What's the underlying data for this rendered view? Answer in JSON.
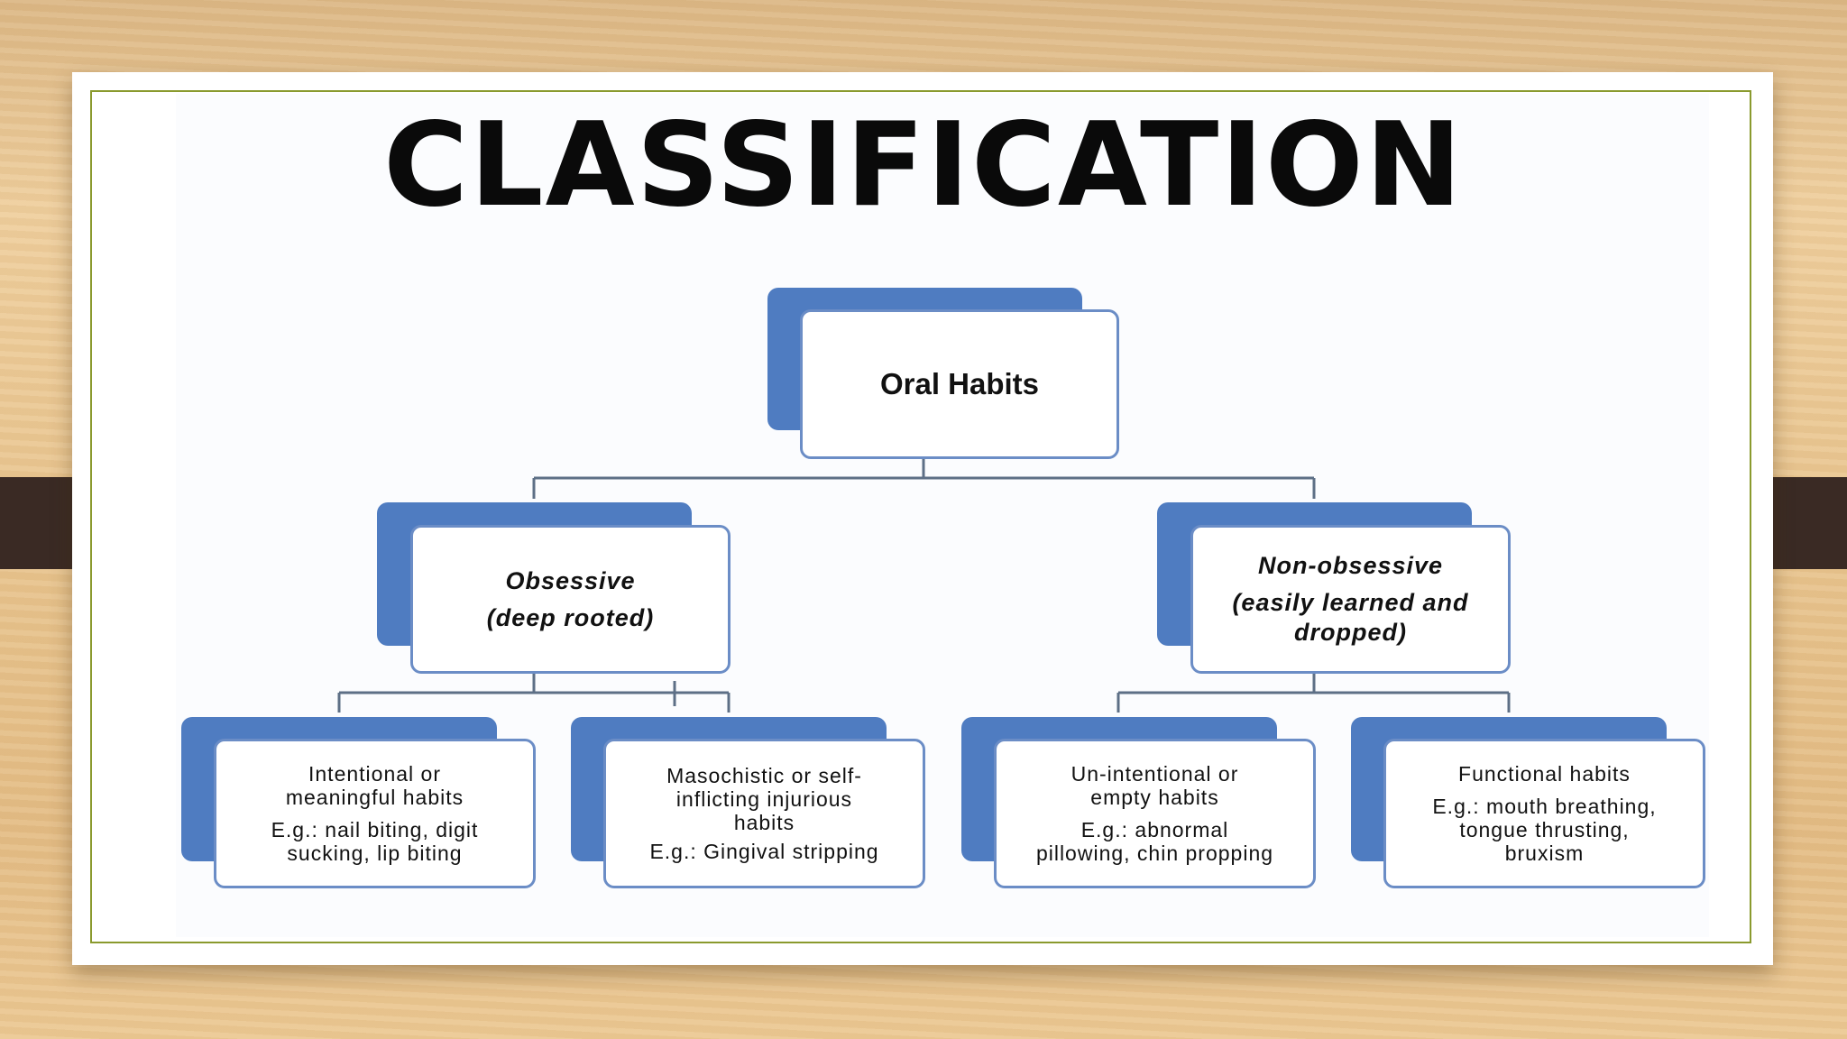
{
  "title": "CLASSIFICATION",
  "colors": {
    "box_shadow_blue": "#4f7cc1",
    "box_border": "#6b8dc6",
    "connector": "#5d6f86",
    "frame_border": "#8a9a2e",
    "side_tab": "#3a2a24"
  },
  "root": {
    "label": "Oral Habits"
  },
  "obsessive": {
    "line1": "Obsessive",
    "line2": "(deep rooted)"
  },
  "non_obsessive": {
    "line1": "Non-obsessive",
    "line2": "(easily learned and",
    "line3": "dropped)"
  },
  "leaves": [
    {
      "line1": "Intentional or",
      "line2": "meaningful habits",
      "ex1": "E.g.: nail biting, digit",
      "ex2": "sucking, lip biting"
    },
    {
      "line1": "Masochistic or self-",
      "line2": "inflicting injurious",
      "line3": "habits",
      "ex1": "E.g.: Gingival stripping"
    },
    {
      "line1": "Un-intentional or",
      "line2": "empty habits",
      "ex1": "E.g.: abnormal",
      "ex2": "pillowing, chin propping"
    },
    {
      "line1": "Functional habits",
      "ex1": "E.g.: mouth breathing,",
      "ex2": "tongue thrusting,",
      "ex3": "bruxism"
    }
  ]
}
